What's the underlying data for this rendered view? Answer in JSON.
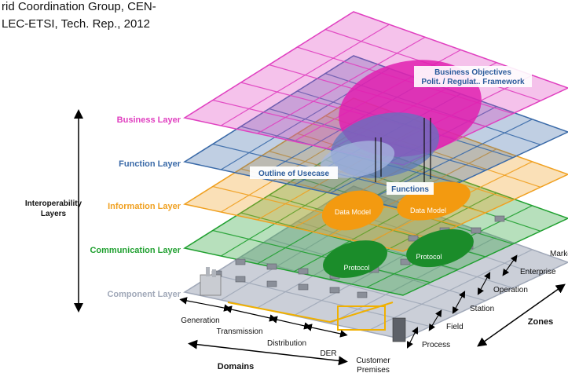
{
  "caption": {
    "line1": "rid Coordination Group,  CEN-",
    "line2": "LEC-ETSI, Tech. Rep., 2012"
  },
  "interoperability": {
    "line1": "Interoperability",
    "line2": "Layers"
  },
  "layers": [
    {
      "label": "Business Layer",
      "color": "#e040c0"
    },
    {
      "label": "Function Layer",
      "color": "#3a6aa8"
    },
    {
      "label": "Information Layer",
      "color": "#f0a020"
    },
    {
      "label": "Communication Layer",
      "color": "#20a030"
    },
    {
      "label": "Component Layer",
      "color": "#a0a8b8"
    }
  ],
  "callouts": {
    "business_objectives": {
      "line1": "Business Objectives",
      "line2": "Polit. / Regulat.. Framework"
    },
    "outline_usecase": "Outline of Usecase",
    "functions": "Functions",
    "data_model_1": "Data Model",
    "data_model_2": "Data Model",
    "protocol_1": "Protocol",
    "protocol_2": "Protocol"
  },
  "domains": {
    "title": "Domains",
    "items": [
      "Generation",
      "Transmission",
      "Distribution",
      "DER",
      "Customer\nPremises"
    ]
  },
  "zones": {
    "title": "Zones",
    "items": [
      "Process",
      "Field",
      "Station",
      "Operation",
      "Enterprise",
      "Market"
    ]
  }
}
